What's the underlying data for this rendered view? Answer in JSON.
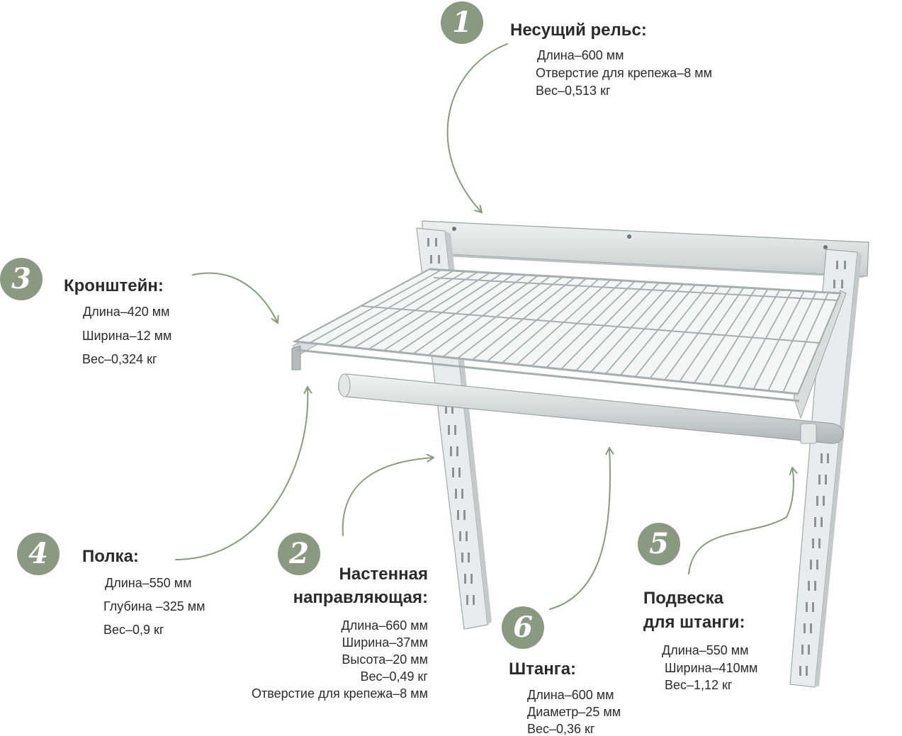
{
  "accent_color": "#8a9a80",
  "components": [
    {
      "number": "1",
      "title": "Несущий рельс:",
      "specs": [
        "Длина–600 мм",
        "Отверстие для крепежа–8 мм",
        "Вес–0,513 кг"
      ]
    },
    {
      "number": "2",
      "title_lines": [
        "Настенная",
        "направляющая:"
      ],
      "specs": [
        "Длина–660 мм",
        "Ширина–37мм",
        "Высота–20 мм",
        "Вес–0,49 кг",
        "Отверстие для крепежа–8 мм"
      ]
    },
    {
      "number": "3",
      "title": "Кронштейн:",
      "specs": [
        "Длина–420 мм",
        "Ширина–12 мм",
        "Вес–0,324 кг"
      ]
    },
    {
      "number": "4",
      "title": "Полка:",
      "specs": [
        "Длина–550 мм",
        "Глубина –325 мм",
        "Вес–0,9 кг"
      ]
    },
    {
      "number": "5",
      "title_lines": [
        "Подвеска",
        "для штанги:"
      ],
      "specs": [
        "Длина–550 мм",
        "Ширина–410мм",
        "Вес–1,12 кг"
      ]
    },
    {
      "number": "6",
      "title": "Штанга:",
      "specs": [
        "Длина–600 мм",
        "Диаметр–25 мм",
        "Вес–0,36 кг"
      ]
    }
  ]
}
